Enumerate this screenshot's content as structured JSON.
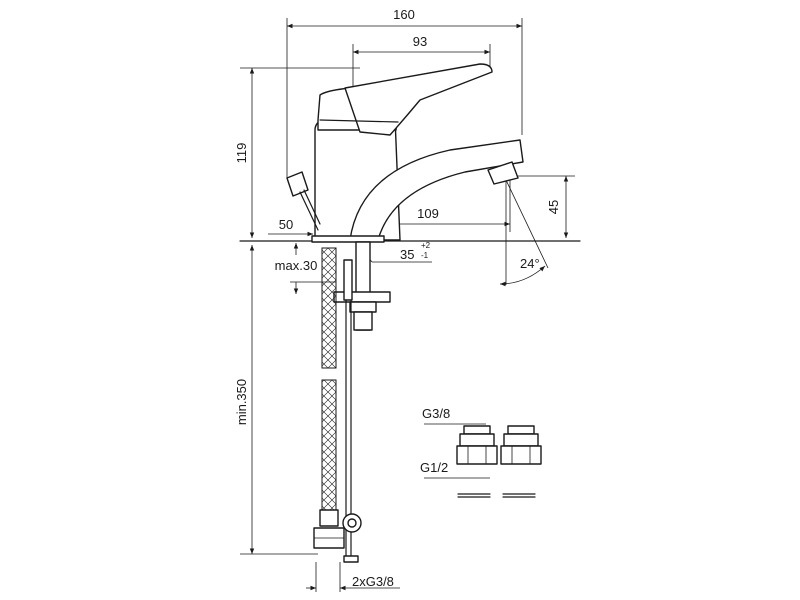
{
  "dimensions": {
    "overall_depth": "160",
    "lever_reach": "93",
    "height": "119",
    "spout_reach": "109",
    "spout_height": "45",
    "rear_offset": "50",
    "deck_thickness": "max.30",
    "hole_diameter": "35",
    "hole_tol_plus": "+2",
    "hole_tol_minus": "-1",
    "spout_angle": "24°",
    "hose_length": "min.350",
    "hose_connection": "2xG3/8"
  },
  "adapter": {
    "thread_top": "G3/8",
    "thread_bottom": "G1/2"
  }
}
